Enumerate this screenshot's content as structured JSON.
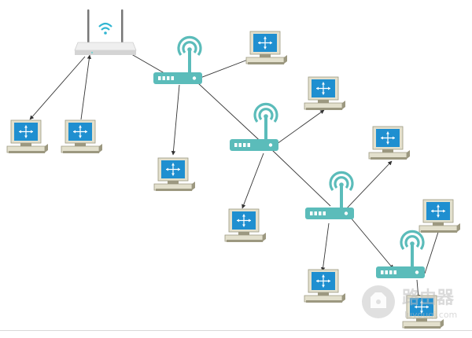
{
  "colors": {
    "teal": "#5bbcba",
    "screen": "#1f8fd0",
    "pc_body": "#e3e0cd",
    "pc_shadow": "#9c9880",
    "router_body": "#e9e9e9",
    "wifi": "#31b6d2",
    "link": "#333333"
  },
  "icons": {
    "main_router": "wifi-router-icon",
    "access_point": "wireless-access-point-icon",
    "computer": "workstation-icon"
  },
  "watermark": {
    "logo": "watermark-router-logo",
    "text": "路由器",
    "subtext": "luyouqi.com"
  }
}
